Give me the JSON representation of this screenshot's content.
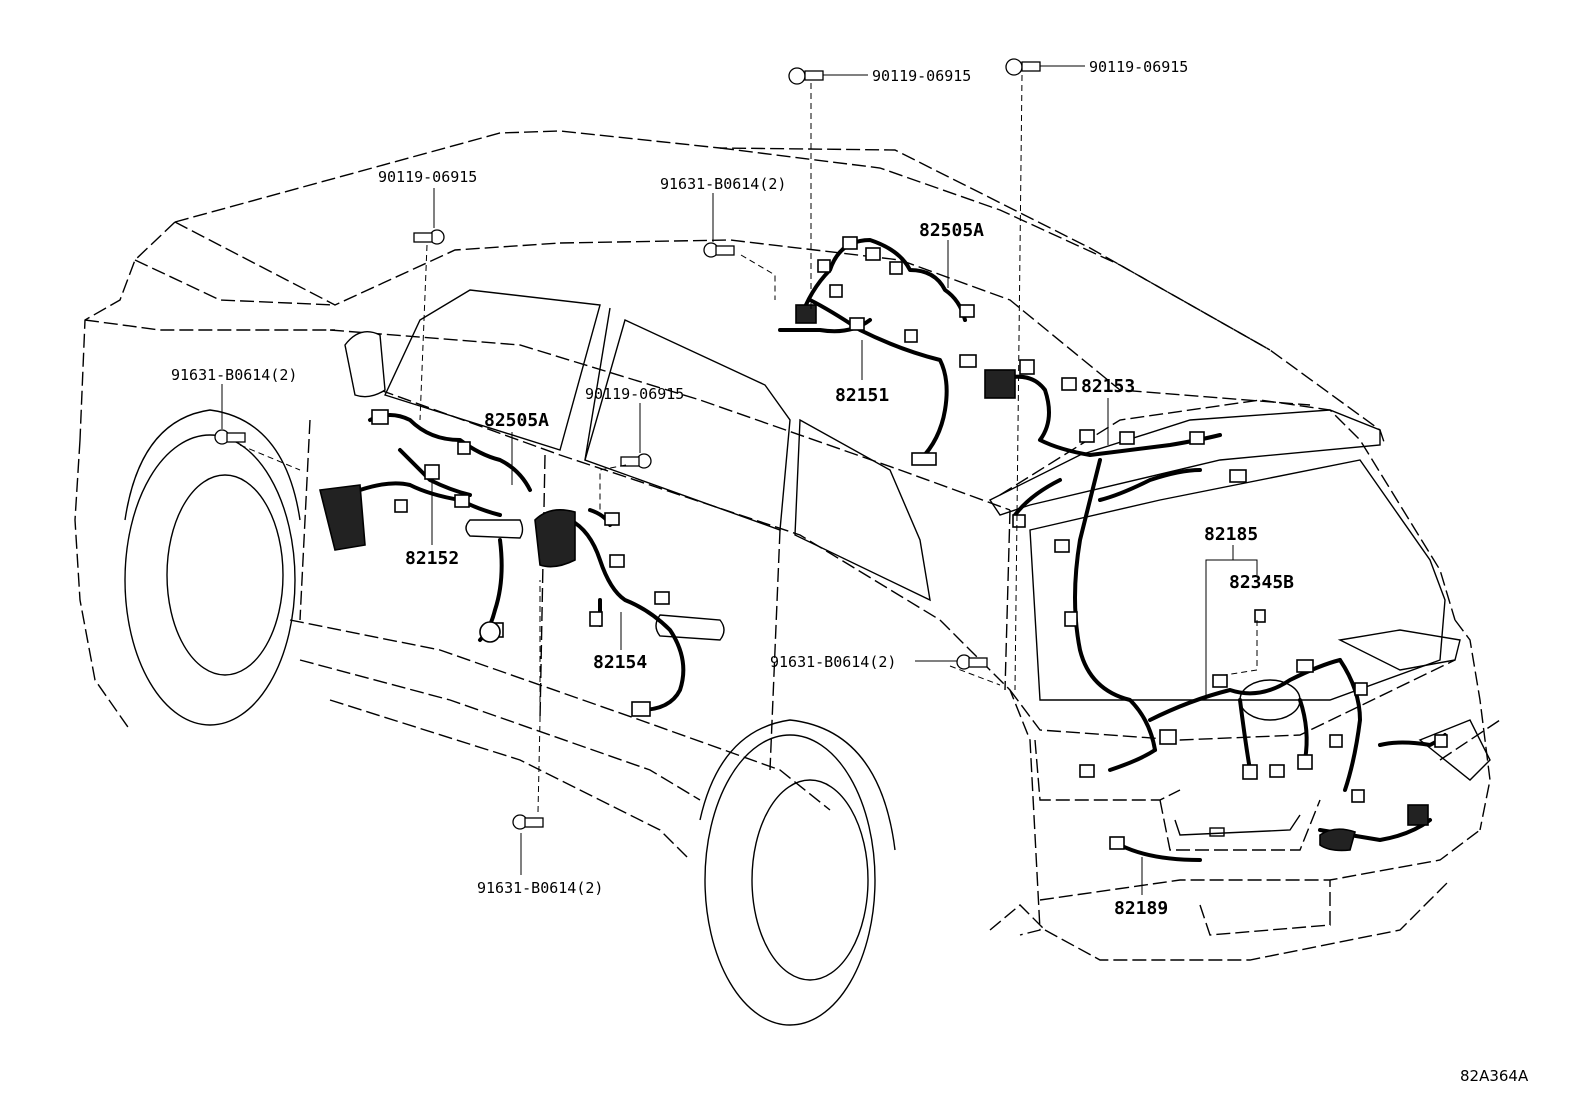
{
  "labels": {
    "bolt_top_center": "90119-06915",
    "bolt_top_right": "90119-06915",
    "bolt_left": "90119-06915",
    "clip_roof": "91631-B0614(2)",
    "clip_left": "91631-B0614(2)",
    "bolt_mid": "90119-06915",
    "clip_right": "91631-B0614(2)",
    "clip_bottom": "91631-B0614(2)",
    "part_82505A_roof": "82505A",
    "part_82505A_door": "82505A",
    "part_82151": "82151",
    "part_82153": "82153",
    "part_82152": "82152",
    "part_82154": "82154",
    "part_82185": "82185",
    "part_82345B": "82345B",
    "part_82189": "82189"
  },
  "figure_ref": "82A364A"
}
